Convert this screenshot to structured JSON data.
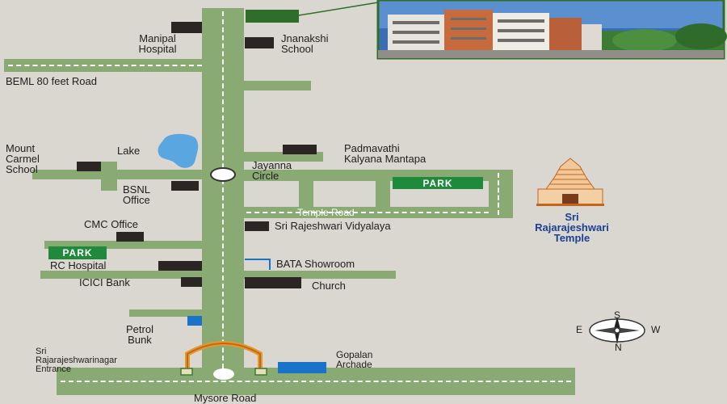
{
  "labels": {
    "manipal_hospital": "Manipal\nHospital",
    "jnanakshi_school": "Jnanakshi\nSchool",
    "beml_road": "BEML 80 feet Road",
    "mount_carmel_school": "Mount\nCarmel\nSchool",
    "lake": "Lake",
    "padmavathi": "Padmavathi\nKalyana Mantapa",
    "jayanna_circle": "Jayanna\nCircle",
    "bsnl_office": "BSNL\nOffice",
    "temple_road": "Temple Road",
    "cmc_office": "CMC Office",
    "sri_rajeshwari_vidyalaya": "Sri Rajeshwari Vidyalaya",
    "rc_hospital": "RC Hospital",
    "bata_showroom": "BATA Showroom",
    "icici_bank": "ICICI Bank",
    "church": "Church",
    "petrol_bunk": "Petrol\nBunk",
    "entrance": "Sri\nRajarajeshwarinagar\nEntrance",
    "gopalan_archade": "Gopalan\nArchade",
    "mysore_road": "Mysore Road",
    "temple": "Sri\nRajarajeshwari\nTemple",
    "park_top": "PARK",
    "park_left": "PARK"
  },
  "compass": {
    "n": "N",
    "s": "S",
    "e": "E",
    "w": "W"
  },
  "colors": {
    "background": "#d9d7cf",
    "road": "#8aaa73",
    "building": "#2b2624",
    "park": "#1f8a3c",
    "lake": "#5aa6e0",
    "temple_label": "#1c3f94"
  }
}
